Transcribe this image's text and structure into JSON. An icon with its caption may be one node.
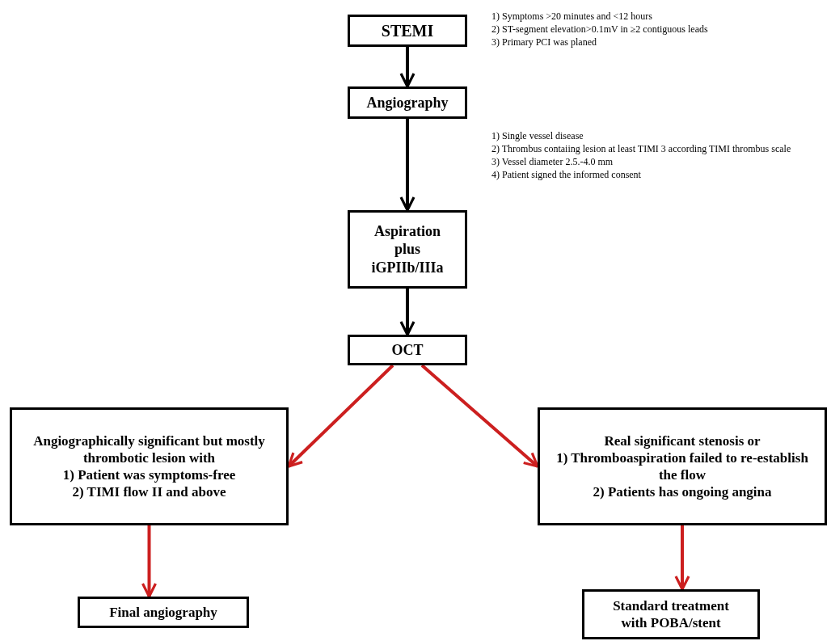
{
  "diagram": {
    "nodes": [
      {
        "text": [
          "STEMI"
        ]
      },
      {
        "text": [
          "Angiography"
        ]
      },
      {
        "text": [
          "Aspiration plus iGPIIb/IIIa"
        ]
      },
      {
        "text": [
          "OCT"
        ]
      },
      {
        "text": [
          "Angiographically significant but mostly thrombotic lesion with",
          "1) Patient was symptoms-free",
          "2) TIMI flow II and above"
        ]
      },
      {
        "text": [
          "Real significant stenosis or",
          "1) Thromboaspiration failed to re-establish the flow",
          "2) Patients has ongoing angina"
        ]
      },
      {
        "text": [
          "Final angiography"
        ]
      },
      {
        "text": [
          "Standard treatment with POBA/stent"
        ]
      }
    ],
    "edges": [
      {
        "from": 0,
        "to": 1,
        "arrow": "to",
        "color": "#000000"
      },
      {
        "from": 1,
        "to": 2,
        "arrow": "to",
        "color": "#000000"
      },
      {
        "from": 2,
        "to": 3,
        "arrow": "to",
        "color": "#000000"
      },
      {
        "from": 3,
        "to": 4,
        "arrow": "to"
      },
      {
        "from": 3,
        "to": 5,
        "arrow": "to"
      },
      {
        "from": 4,
        "to": 6,
        "arrow": "to"
      },
      {
        "from": 5,
        "to": 7,
        "arrow": "to"
      }
    ],
    "labels": [
      "1) Symptoms >20 minutes and <12 hours",
      "2) ST-segment elevation>0.1mV in ≥2 contiguous leads",
      "3) Primary PCI was planed",
      "1) Single vessel disease",
      "2) Thrombus contaiing lesion at least TIMI 3 according TIMI thrombus scale",
      "3) Vessel diameter 2.5.-4.0 mm",
      "4) Patient signed the informed consent"
    ]
  }
}
